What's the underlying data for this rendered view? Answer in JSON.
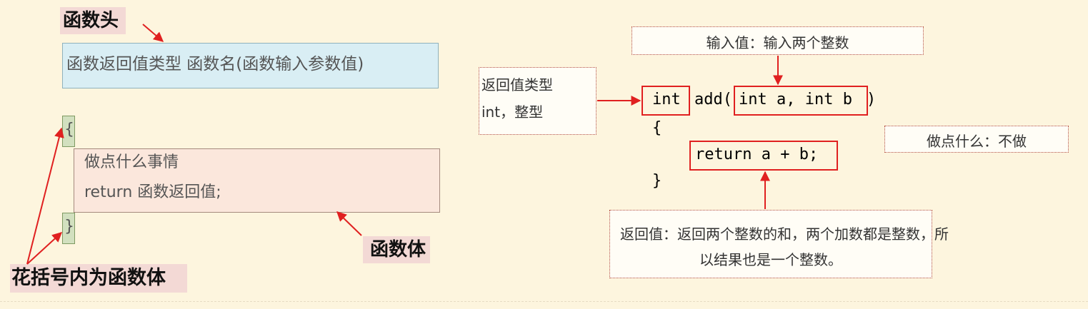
{
  "left": {
    "header_label": "函数头",
    "signature": "函数返回值类型 函数名(函数输入参数值)",
    "open_brace": "{",
    "body_line1": "做点什么事情",
    "body_line2": "return 函数返回值;",
    "close_brace": "}",
    "body_label": "函数体",
    "braces_note": "花括号内为函数体"
  },
  "right": {
    "input_note": "输入值：输入两个整数",
    "return_type_note_line1": "返回值类型",
    "return_type_note_line2": "int，整型",
    "code_kw": "int",
    "code_name": "add(",
    "code_params": "int a, int b",
    "code_close": ")",
    "code_open_brace": "{",
    "code_return": "return a + b;",
    "code_close_brace": "}",
    "do_note": "做点什么：不做",
    "return_note_line1": "返回值：返回两个整数的和，两个加数都是整数，所",
    "return_note_line2": "以结果也是一个整数。"
  },
  "colors": {
    "background": "#fdf5de",
    "signature_fill": "#d9eef4",
    "body_fill": "#fbe7dc",
    "brace_fill": "#d2e0bf",
    "label_fill": "#f3d9d5",
    "arrow": "#e02020"
  }
}
